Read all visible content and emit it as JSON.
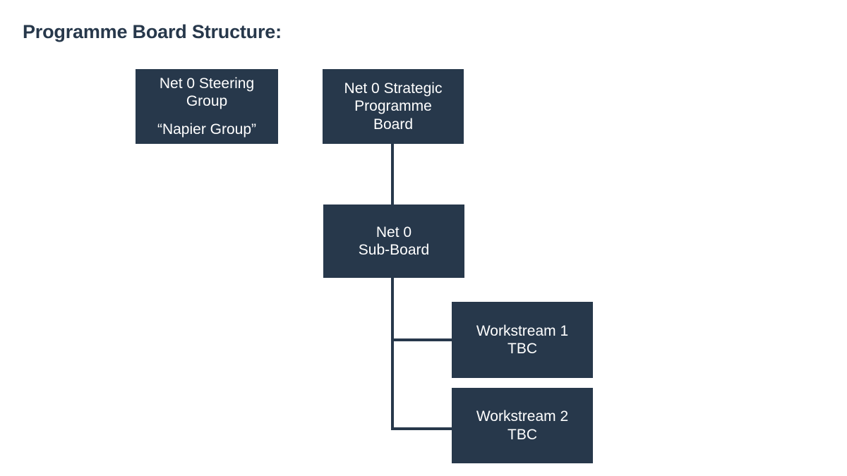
{
  "page": {
    "title": "Programme Board Structure:",
    "background_color": "#ffffff",
    "node_color": "#27384b",
    "node_text_color": "#ffffff",
    "title_color": "#27384b",
    "connector_color": "#27384b"
  },
  "nodes": {
    "steering_group": {
      "line1": "Net 0 Steering",
      "line2": "Group",
      "line3": "“Napier Group”"
    },
    "strategic_board": {
      "line1": "Net 0 Strategic",
      "line2": "Programme",
      "line3": "Board"
    },
    "sub_board": {
      "line1": "Net 0",
      "line2": "Sub-Board"
    },
    "workstream_1": {
      "line1": "Workstream 1",
      "line2": "TBC"
    },
    "workstream_2": {
      "line1": "Workstream 2",
      "line2": "TBC"
    }
  },
  "connectors": [
    {
      "name": "strategic-board-to-sub-board",
      "type": "vertical"
    },
    {
      "name": "sub-board-trunk",
      "type": "vertical"
    },
    {
      "name": "branch-to-workstream-1",
      "type": "horizontal"
    },
    {
      "name": "branch-to-workstream-2",
      "type": "horizontal"
    }
  ]
}
